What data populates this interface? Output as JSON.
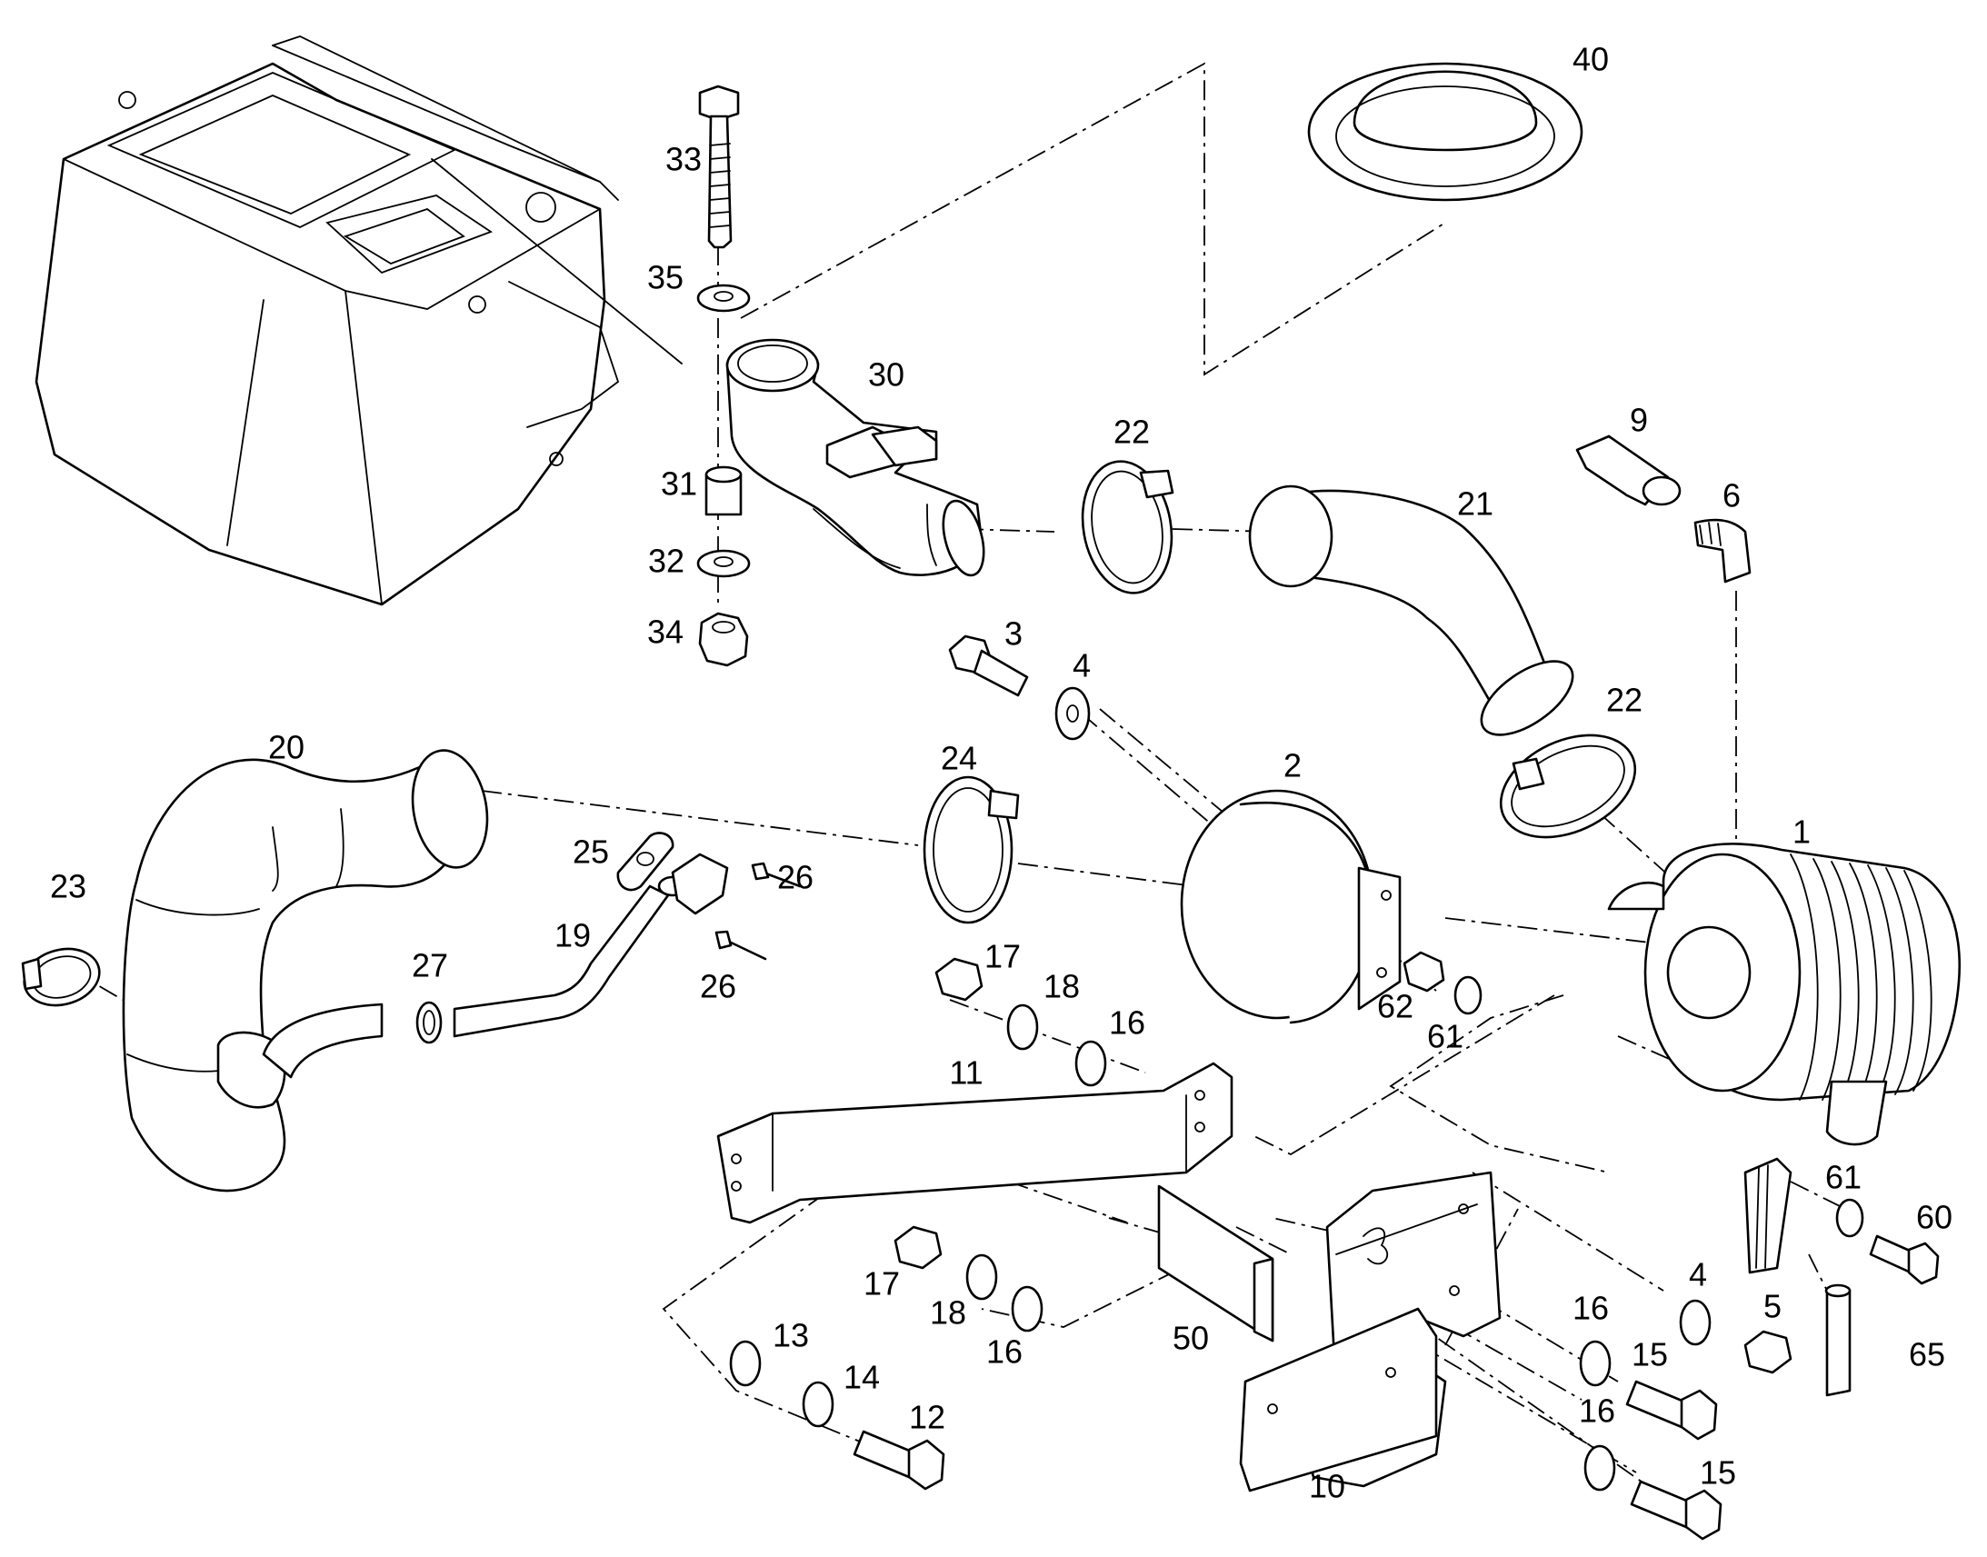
{
  "diagram": {
    "callouts": {
      "c1": "1",
      "c2": "2",
      "c3": "3",
      "c4a": "4",
      "c4b": "4",
      "c5": "5",
      "c6": "6",
      "c9": "9",
      "c10": "10",
      "c11": "11",
      "c12": "12",
      "c13": "13",
      "c14": "14",
      "c15a": "15",
      "c15b": "15",
      "c16a": "16",
      "c16b": "16",
      "c16c": "16",
      "c16d": "16",
      "c17a": "17",
      "c17b": "17",
      "c18a": "18",
      "c18b": "18",
      "c19": "19",
      "c20": "20",
      "c21": "21",
      "c22a": "22",
      "c22b": "22",
      "c23": "23",
      "c24": "24",
      "c25": "25",
      "c26a": "26",
      "c26b": "26",
      "c27": "27",
      "c30": "30",
      "c31": "31",
      "c32": "32",
      "c33": "33",
      "c34": "34",
      "c35": "35",
      "c40": "40",
      "c50": "50",
      "c60": "60",
      "c61a": "61",
      "c61b": "61",
      "c62": "62",
      "c65": "65"
    }
  }
}
